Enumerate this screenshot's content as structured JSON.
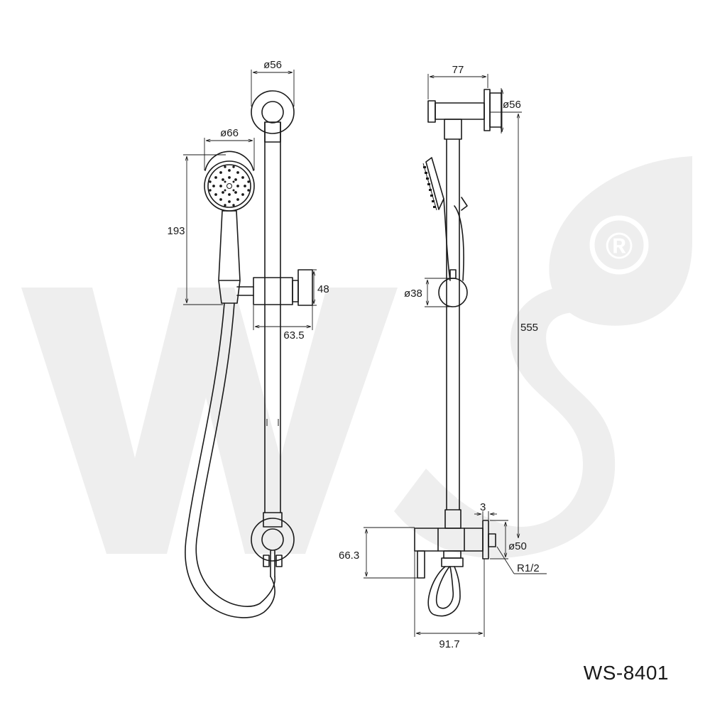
{
  "watermark": {
    "text": "WS",
    "registered": "®"
  },
  "front_view": {
    "dims": {
      "wall_bracket_dia": "ø56",
      "head_dia": "ø66",
      "head_height": "193",
      "holder_height": "48",
      "holder_depth": "63.5"
    }
  },
  "side_view": {
    "dims": {
      "top_bracket_depth": "77",
      "top_bracket_dia": "ø56",
      "slider_dia": "ø38",
      "rail_height": "555",
      "outlet_offset": "3",
      "outlet_dia": "ø50",
      "thread": "R1/2",
      "elbow_height": "66.3",
      "elbow_depth": "91.7"
    }
  },
  "model_code": "WS-8401",
  "colors": {
    "line": "#1a1a1a",
    "watermark": "#eeeeee",
    "background": "#ffffff"
  }
}
